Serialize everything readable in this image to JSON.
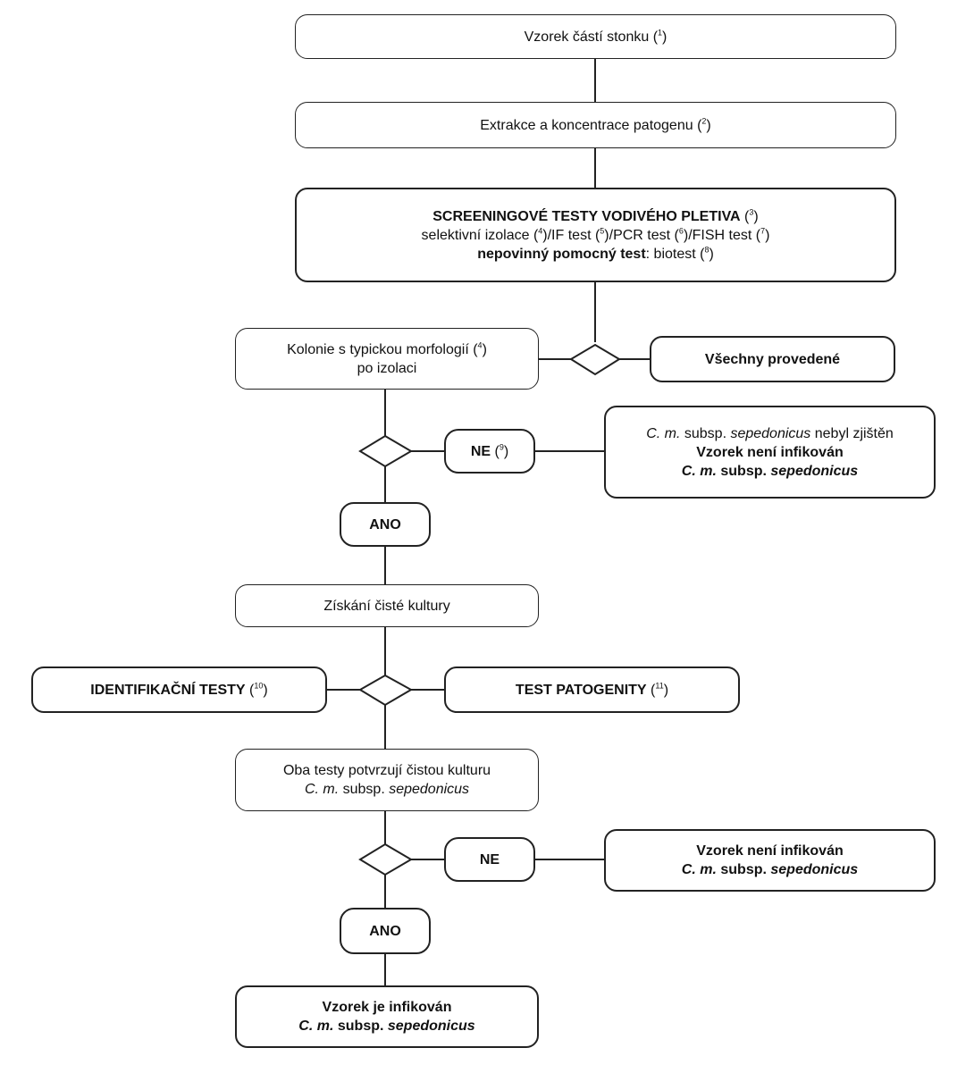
{
  "sample": {
    "text": "Vzorek částí stonku (",
    "sup": "1",
    "close": ")"
  },
  "extraction": {
    "text": "Extrakce a koncentrace patogenu (",
    "sup": "2",
    "close": ")"
  },
  "screening": {
    "title": "SCREENINGOVÉ TESTY VODIVÉHO PLETIVA",
    "title_sup": "3",
    "tests": [
      {
        "text": "selektivní izolace (",
        "sup": "4"
      },
      {
        "text": ")/IF test (",
        "sup": "5"
      },
      {
        "text": ")/PCR test (",
        "sup": "6"
      },
      {
        "text": ")/FISH test (",
        "sup": "7"
      },
      {
        "text": ")"
      }
    ],
    "optional_bold": "nepovinný pomocný test",
    "optional_rest": ": biotest (",
    "optional_sup": "8",
    "optional_close": ")"
  },
  "all_performed": "Všechny provedené",
  "colonies": {
    "line1": "Kolonie s typickou morfologií (",
    "sup": "4",
    "close": ")",
    "line2": "po izolaci"
  },
  "ne1": {
    "label": "NE",
    "open": " (",
    "sup": "9",
    "close": ")"
  },
  "not_detected": {
    "line1_italic_a": "C. m.",
    "line1_mid": " subsp. ",
    "line1_italic_b": "sepedonicus",
    "line1_end": " nebyl zjištěn",
    "line2": "Vzorek není infikován",
    "line3_italic_a": "C. m.",
    "line3_mid": " subsp. ",
    "line3_italic_b": "sepedonicus"
  },
  "ano1": "ANO",
  "pure_culture": "Získání čisté kultury",
  "identification": {
    "text": "IDENTIFIKAČNÍ TESTY",
    "open": " (",
    "sup": "10",
    "close": ")"
  },
  "pathogenicity": {
    "text": "TEST PATOGENITY",
    "open": " (",
    "sup": "11",
    "close": ")"
  },
  "both_tests": {
    "line1": "Oba testy potvrzují čistou kulturu",
    "italic_a": "C. m.",
    "mid": " subsp. ",
    "italic_b": "sepedonicus"
  },
  "ne2": "NE",
  "not_infected": {
    "line1": "Vzorek není infikován",
    "italic_a": "C. m.",
    "mid": " subsp. ",
    "italic_b": "sepedonicus"
  },
  "ano2": "ANO",
  "infected": {
    "line1": "Vzorek je infikován",
    "italic_a": "C. m.",
    "mid": " subsp. ",
    "italic_b": "sepedonicus"
  }
}
